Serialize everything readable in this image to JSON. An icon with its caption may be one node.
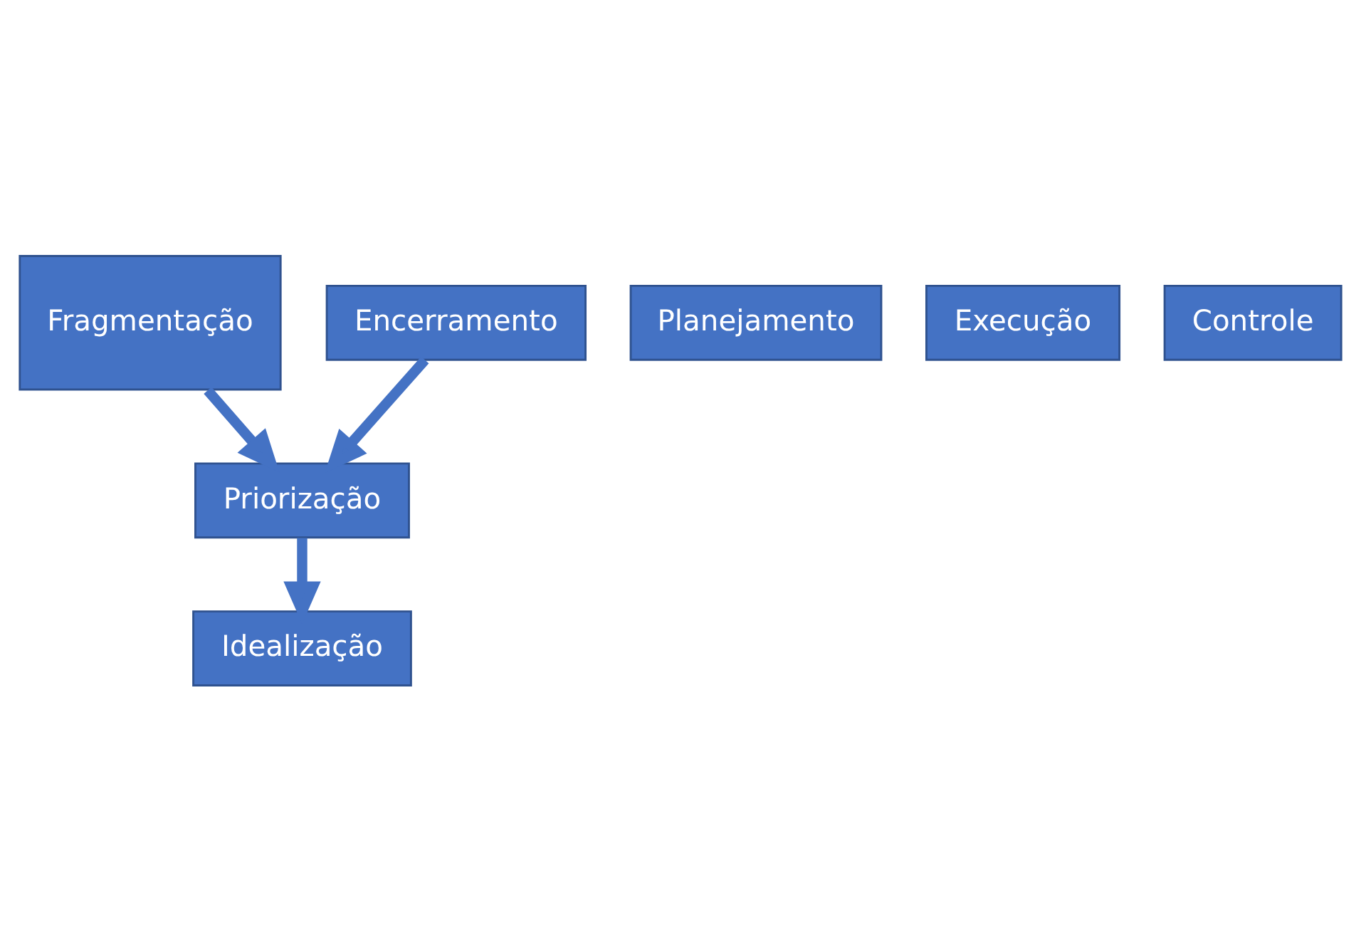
{
  "diagram": {
    "nodes": [
      {
        "text": [
          "Fragmentação"
        ]
      },
      {
        "text": [
          "Priorização"
        ]
      },
      {
        "text": [
          "Idealização"
        ]
      },
      {
        "text": [
          "Planejamento"
        ]
      },
      {
        "text": [
          "Execução"
        ]
      },
      {
        "text": [
          "Controle"
        ]
      },
      {
        "text": [
          "Encerramento"
        ]
      }
    ],
    "edges": [
      {
        "from": 0,
        "to": 1,
        "arrow": "to"
      },
      {
        "from": 1,
        "to": 2,
        "arrow": "to"
      },
      {
        "from": 6,
        "to": 1,
        "arrow": "to"
      }
    ]
  }
}
